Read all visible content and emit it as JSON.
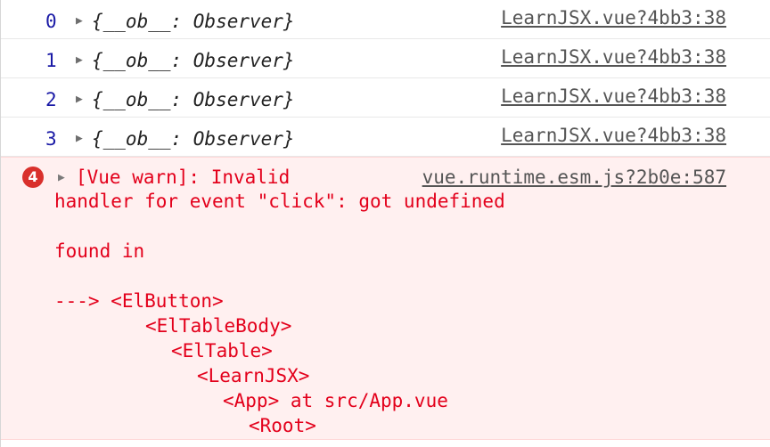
{
  "logs": [
    {
      "index": "0",
      "value": "{__ob__: Observer}",
      "source": "LearnJSX.vue?4bb3:38"
    },
    {
      "index": "1",
      "value": "{__ob__: Observer}",
      "source": "LearnJSX.vue?4bb3:38"
    },
    {
      "index": "2",
      "value": "{__ob__: Observer}",
      "source": "LearnJSX.vue?4bb3:38"
    },
    {
      "index": "3",
      "value": "{__ob__: Observer}",
      "source": "LearnJSX.vue?4bb3:38"
    }
  ],
  "warning": {
    "count": "4",
    "headline": "[Vue warn]: Invalid",
    "source": "vue.runtime.esm.js?2b0e:587",
    "message_line": "handler for event \"click\": got undefined",
    "found_in": "found in",
    "trace": [
      "---> <ElButton>",
      "<ElTableBody>",
      "<ElTable>",
      "<LearnJSX>",
      "<App> at src/App.vue",
      "<Root>"
    ],
    "colors": {
      "text": "#e3001b",
      "background": "#fff0f0",
      "badge": "#d9302c"
    }
  },
  "icons": {
    "expand": "triangle-right-icon",
    "error": "error-count-badge"
  }
}
